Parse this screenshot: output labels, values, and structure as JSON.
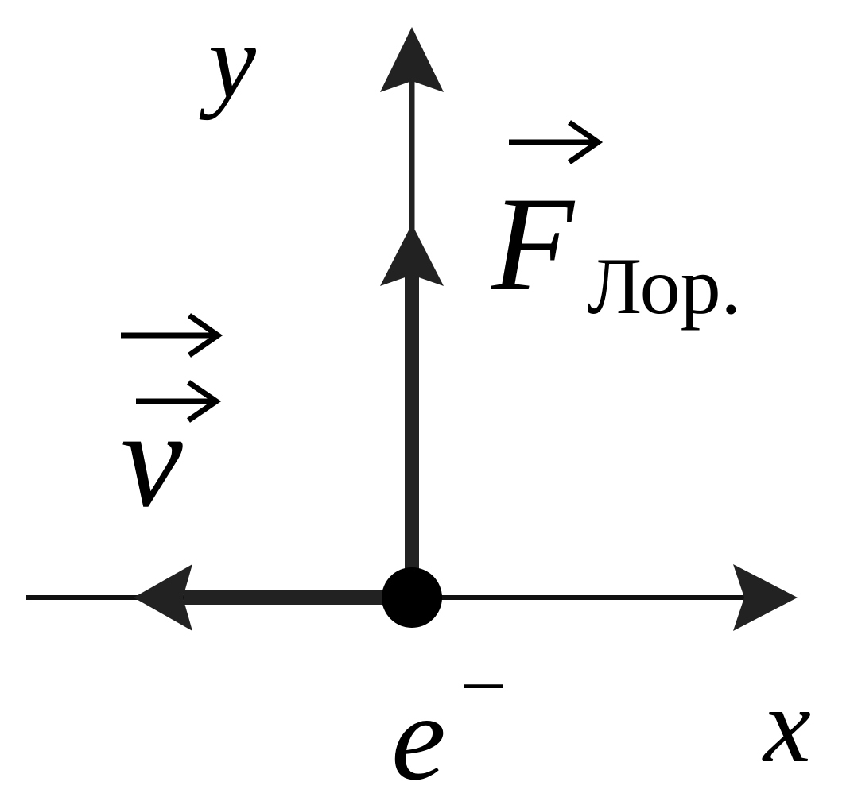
{
  "diagram": {
    "labels": {
      "y_axis": "y",
      "x_axis": "x",
      "force_symbol": "F",
      "force_subscript": "Лор.",
      "velocity_symbol": "v",
      "charge_symbol": "e",
      "charge_sign": "–"
    },
    "colors": {
      "ink": "#000000",
      "arrow": "#222222"
    }
  }
}
